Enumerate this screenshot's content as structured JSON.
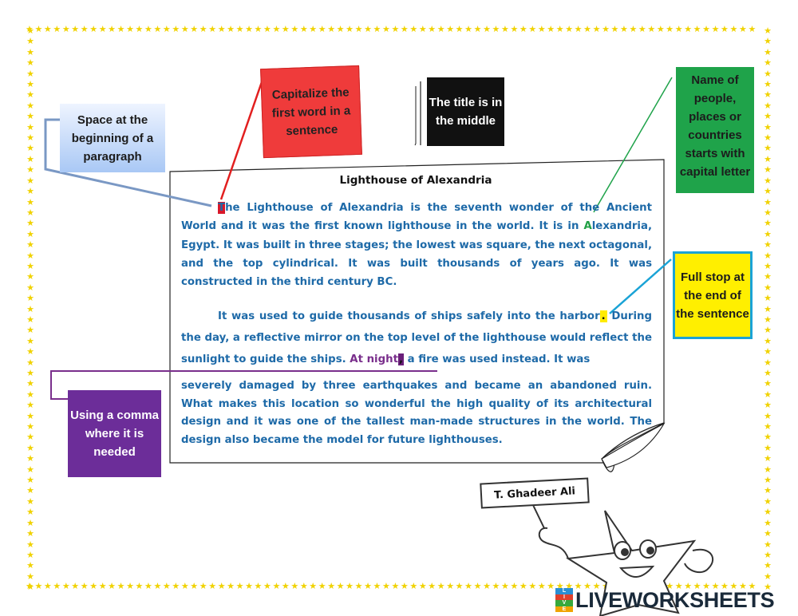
{
  "border": {
    "star_glyph": "★",
    "color": "#f0d200"
  },
  "document": {
    "title": "Lighthouse of Alexandria",
    "p1": {
      "first_letter": "T",
      "part1": "he Lighthouse of Alexandria is the seventh wonder of the Ancient World and it was the first known lighthouse in the world. It is in ",
      "name_letter": "A",
      "part2": "lexandria, Egypt. It was built in three stages; the lowest was square, the next octagonal, and the top cylindrical. It was built thousands of years ago. It was constructed in the third century BC."
    },
    "p2": {
      "part1": "It was used to guide thousands of ships safely into the harbor",
      "full_stop": ".",
      "part2": " During the day, a reflective mirror on the top level of the lighthouse would reflect the sunlight to guide the ships. ",
      "at_night": "At night",
      "comma": ",",
      "part3": " a fire was used instead. It was"
    },
    "p3": "severely damaged by three earthquakes and became an abandoned ruin. What makes this location so wonderful the high quality of its architectural design and it was one of the tallest man-made structures in the world. The design also became the model for future lighthouses."
  },
  "callouts": {
    "capitalize": "Capitalize the first word in a sentence",
    "space": "Space at the beginning of a paragraph",
    "title_middle": "The title is in the middle",
    "names": "Name of people, places or countries starts with capital letter",
    "full_stop": "Full stop at the end of the sentence",
    "comma": "Using a comma where it is needed"
  },
  "sign": {
    "text": "T. Ghadeer Ali"
  },
  "logo": {
    "badge": [
      "L",
      "I",
      "V",
      "E"
    ],
    "text": "LIVEWORKSHEETS"
  },
  "colors": {
    "body_text": "#1e6aa8",
    "red": "#ef3b3b",
    "green": "#1fa34a",
    "yellow": "#ffef00",
    "purple": "#6c2d99",
    "black": "#111111",
    "light_blue": "#a9c8f5"
  }
}
